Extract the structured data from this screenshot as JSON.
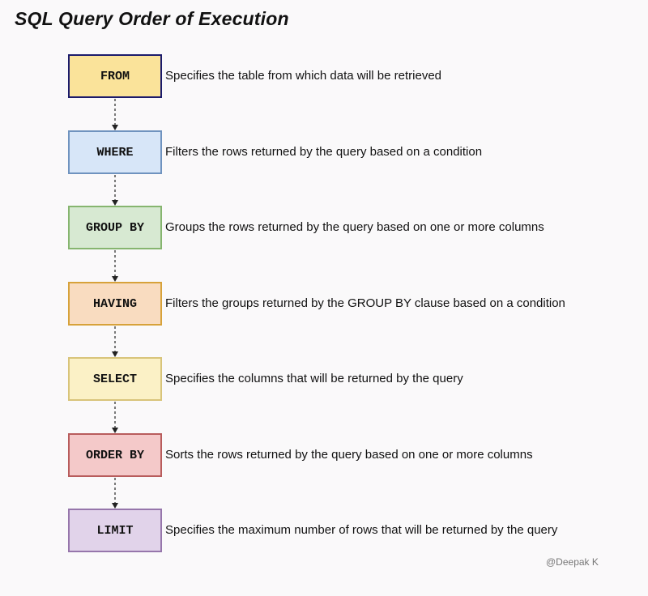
{
  "title": "SQL Query Order of Execution",
  "credit": "@Deepak K",
  "steps": [
    {
      "label": "FROM",
      "description": "Specifies the table from which data will be retrieved",
      "fill": "#fae39a",
      "border": "#1b1b6b"
    },
    {
      "label": "WHERE",
      "description": "Filters the rows returned by the query based on a condition",
      "fill": "#d7e6f8",
      "border": "#6f93bf"
    },
    {
      "label": "GROUP BY",
      "description": "Groups the rows returned by the query based on one or more columns",
      "fill": "#d7e9d2",
      "border": "#86b56f"
    },
    {
      "label": "HAVING",
      "description": "Filters the groups returned by the GROUP BY clause based on a condition",
      "fill": "#f9dcc0",
      "border": "#d7a23a"
    },
    {
      "label": "SELECT",
      "description": "Specifies the columns that will be returned by the query",
      "fill": "#fbf1c6",
      "border": "#d8c47a"
    },
    {
      "label": "ORDER BY",
      "description": "Sorts the rows returned by the query based on one or more columns",
      "fill": "#f4c9c9",
      "border": "#b85c5c"
    },
    {
      "label": "LIMIT",
      "description": "Specifies the maximum number of rows that will be returned by the query",
      "fill": "#e1d3ea",
      "border": "#9676ab"
    }
  ]
}
